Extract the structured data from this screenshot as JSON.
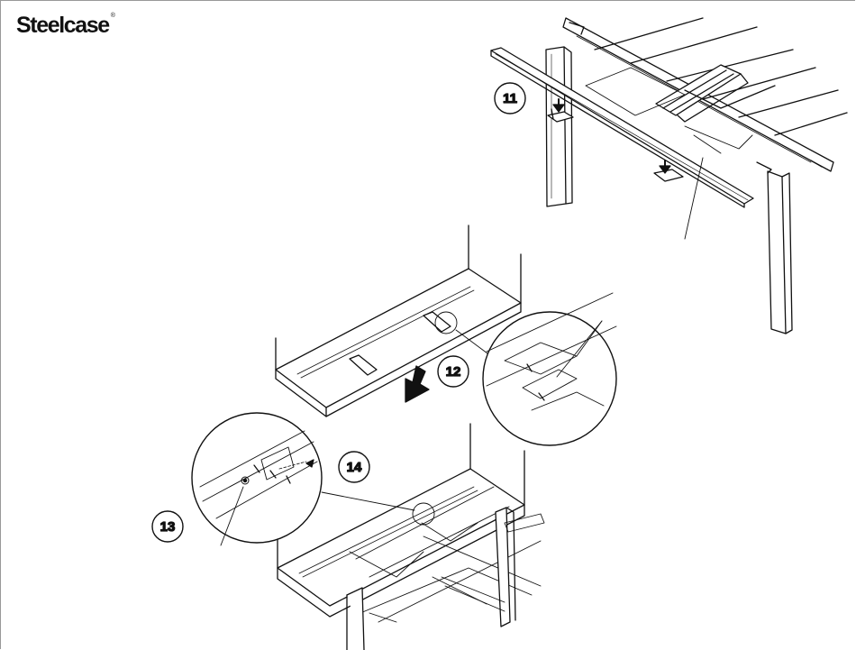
{
  "brand": {
    "name": "Steelcase",
    "mark": "®"
  },
  "steps": [
    {
      "label": "11"
    },
    {
      "label": "12"
    },
    {
      "label": "13"
    },
    {
      "label": "14"
    }
  ]
}
